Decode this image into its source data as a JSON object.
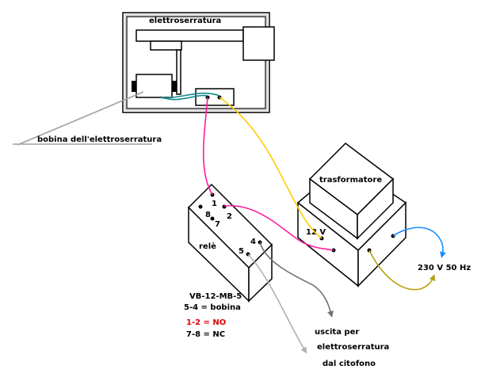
{
  "diagram": {
    "lock": {
      "title": "elettroserratura",
      "coil_label": "bobina dell'elettroserratura"
    },
    "relay": {
      "label": "relè",
      "pins": [
        "1",
        "2",
        "8",
        "7",
        "4",
        "5"
      ],
      "model": "VB-12-MB-5",
      "legend": [
        {
          "text": "5-4 = bobina",
          "color": "#000000"
        },
        {
          "text": "1-2 = NO",
          "color": "#e00000"
        },
        {
          "text": "7-8 = NC",
          "color": "#000000"
        }
      ]
    },
    "transformer": {
      "label": "trasformatore",
      "output_label": "12 V",
      "mains_label": "230 V 50 Hz"
    },
    "output": {
      "line1": "uscita per",
      "line2": "elettroserratura",
      "line3": "dal citofono"
    },
    "wire_colors": {
      "magenta": "#ff1aa0",
      "yellow": "#ffcc00",
      "teal": "#148c8c",
      "blue": "#1a8cff",
      "olive": "#b8a010",
      "dark_gray": "#707070",
      "light_gray": "#b0b0b0"
    }
  }
}
